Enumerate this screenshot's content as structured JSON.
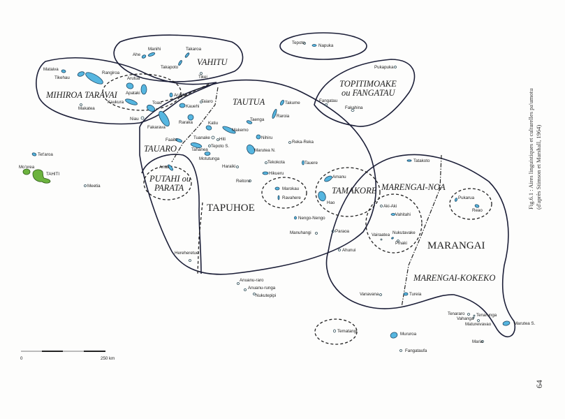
{
  "caption": {
    "line1": "Fig.6.1 : Aires linguistiques et culturelles pa'umotu",
    "line2": "(d'après Stimson et Marshall, 1964)"
  },
  "page_number": "64",
  "scale_bar": {
    "start_label": "0",
    "end_label": "250 km"
  },
  "colors": {
    "atoll": "#56b6e0",
    "high_island": "#6cb33e",
    "boundary": "#1c1f38"
  },
  "regions": [
    {
      "name": "VAHITU"
    },
    {
      "name": "MIHIROA TARAVAI"
    },
    {
      "name": "TAUTUA"
    },
    {
      "name": "TOPITIMOAKE"
    },
    {
      "name": "ou FANGATAU"
    },
    {
      "name": "TAUARO"
    },
    {
      "name": "PUTAHI ou"
    },
    {
      "name": "PARATA"
    },
    {
      "name": "TAPUHOE"
    },
    {
      "name": "TAMAKORE"
    },
    {
      "name": "MARENGAI-NOA"
    },
    {
      "name": "MARANGAI"
    },
    {
      "name": "MARENGAI-KOKEKO"
    }
  ],
  "islands": [
    "Manihi",
    "Takaroa",
    "Ahe",
    "Takapoto",
    "Tikei",
    "Mataiva",
    "Tikehau",
    "Rangiroa",
    "Arutua",
    "Apataki",
    "Kaukura",
    "Toau",
    "Makatea",
    "Niau",
    "Aratika",
    "Taiaro",
    "Kauehi",
    "Fakarava",
    "Raraka",
    "Katiu",
    "Makemo",
    "Faaite",
    "Tuanake",
    "Hiti",
    "Tepoto S.",
    "Tahanea",
    "Motutunga",
    "Taenga",
    "Takume",
    "Raroia",
    "Nihiru",
    "Reka-Reka",
    "Marutea N.",
    "Tekokota",
    "Tauere",
    "Haraiki",
    "Reitoru",
    "Hikueru",
    "Marokau",
    "Ravahere",
    "Amanu",
    "Hao",
    "Nengo-Nengo",
    "Manuhangi",
    "Paraoa",
    "Ahunui",
    "Tatakoto",
    "Aki-Aki",
    "Vahitahi",
    "Vairaatea",
    "Nukutavake",
    "Pinaki",
    "Pukarua",
    "Reao",
    "Vanavana",
    "Tureia",
    "Anaa",
    "Hereheretue",
    "Anuanu-raro",
    "Anuanu-runga",
    "Nukutepipi",
    "Tematangi",
    "Mururoa",
    "Fangataufa",
    "Tenararo",
    "Vahanga",
    "Tenarunga",
    "Matureivavao",
    "Maria",
    "Marutea S.",
    "Tepoto",
    "Napuka",
    "Pukapuka",
    "Fangatau",
    "Fakahina",
    "Tet'aroa",
    "Mo'orea",
    "TAHITI",
    "Meetia"
  ]
}
